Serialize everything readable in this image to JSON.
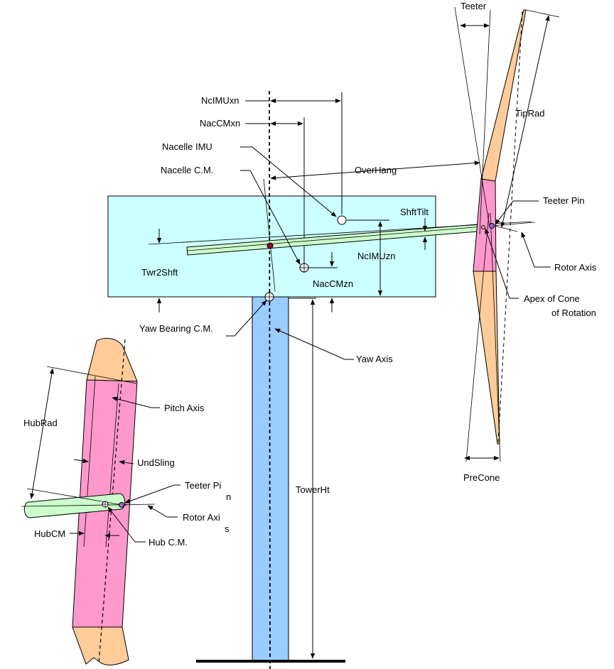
{
  "labels": {
    "ncimuxn": "NcIMUxn",
    "naccmxn": "NacCMxn",
    "nacelle_imu": "Nacelle IMU",
    "nacelle_cm": "Nacelle C.M.",
    "overhang": "OverHang",
    "shfttilt": "ShftTilt",
    "ncimuzn": "NcIMUzn",
    "twr2shft": "Twr2Shft",
    "naccmzn": "NacCMzn",
    "yaw_bearing_cm": "Yaw Bearing C.M.",
    "yaw_axis": "Yaw Axis",
    "towerht": "TowerHt",
    "teeter": "Teeter",
    "tiprad": "TipRad",
    "teeter_pin_main": "Teeter Pin",
    "rotor_axis_main": "Rotor Axis",
    "apex_line1": "Apex of Cone",
    "apex_line2": "of Rotation",
    "precone": "PreCone",
    "hubrad": "HubRad",
    "pitch_axis": "Pitch Axis",
    "undsling": "UndSling",
    "teeter_pin_inset_a": "Teeter Pi",
    "teeter_pin_inset_b": "n",
    "rotor_axis_inset_a": "Rotor Axi",
    "rotor_axis_inset_b": "s",
    "hubcm": "HubCM",
    "hub_cm": "Hub C.M."
  },
  "colors": {
    "nacelle_fill": "#ccffff",
    "tower_fill": "#99ccff",
    "shaft_fill": "#ccffcc",
    "hub_fill": "#ff99cc",
    "blade_fill": "#ffcc99",
    "cm_dot": "#990033",
    "pin_dot": "#9966cc"
  }
}
